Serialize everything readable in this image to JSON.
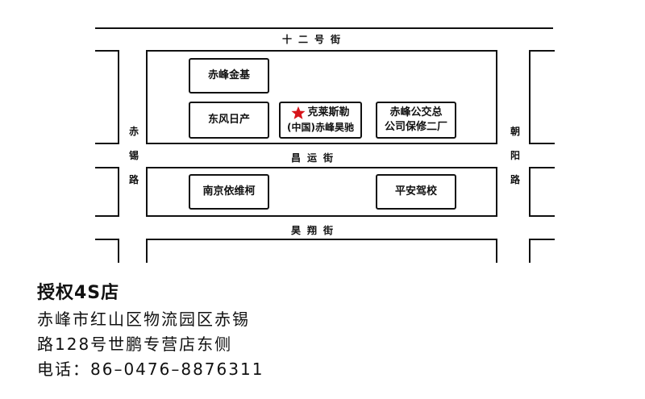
{
  "roads": {
    "top": "十二号街",
    "middle": "昌运街",
    "bottom": "昊翔街",
    "left": [
      "赤",
      "锡",
      "路"
    ],
    "right": [
      "朝",
      "阳",
      "路"
    ]
  },
  "shops": {
    "chifeng_jinji": "赤峰金基",
    "dongfeng_nissan": "东风日产",
    "target_line1": "克莱斯勒",
    "target_line2": "(中国)赤峰昊驰",
    "bus_line1": "赤峰公交总",
    "bus_line2": "公司保修二厂",
    "nanjing_iveco": "南京依维柯",
    "pingan_school": "平安驾校"
  },
  "marker": {
    "icon": "star-icon",
    "color": "#d7141a"
  },
  "info": {
    "title": "授权4S店",
    "address_line1": "赤峰市红山区物流园区赤锡",
    "address_line2": "路128号世鹏专营店东侧",
    "phone": "电话：86–0476–8876311"
  }
}
